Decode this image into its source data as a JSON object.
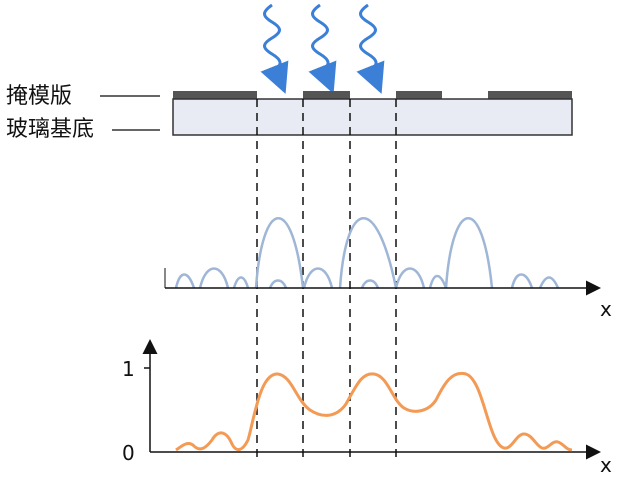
{
  "labels": {
    "mask": "掩模版",
    "substrate": "玻璃基底"
  },
  "plot_top": {
    "x_axis_label": "x"
  },
  "plot_bottom": {
    "x_axis_label": "x",
    "y_tick_high": "1",
    "y_tick_low": "0"
  },
  "colors": {
    "arrow": "#3b7fd6",
    "mask_bar": "#555555",
    "substrate_fill": "#e8ebf3",
    "amplitude_curve": "#9fb6d6",
    "intensity_curve": "#f39a55",
    "axis": "#111111",
    "guide_dash": "#111111"
  }
}
